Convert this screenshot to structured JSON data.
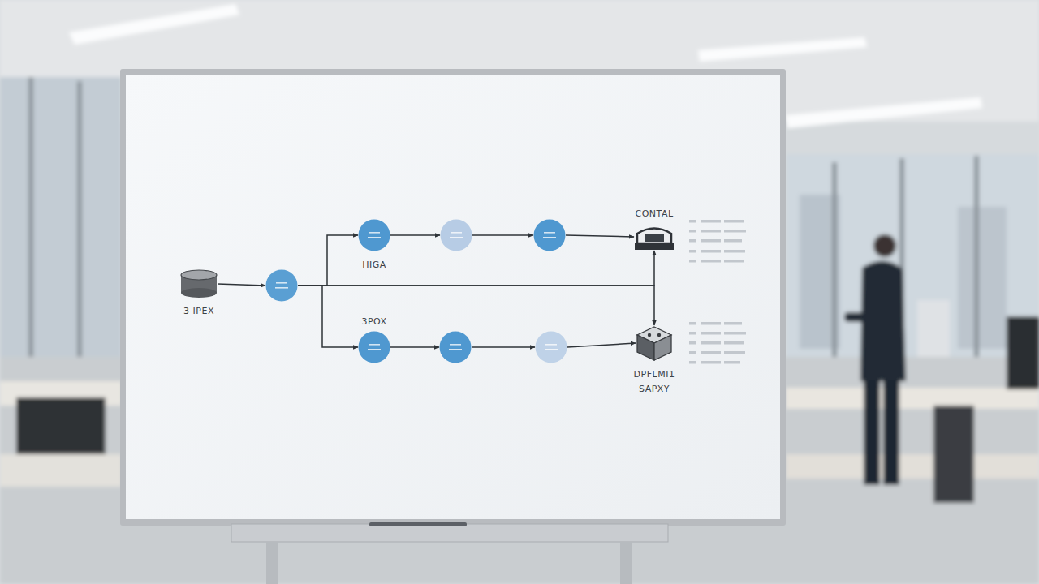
{
  "diagram": {
    "nodes": [
      {
        "text": [
          "3 IPEX"
        ]
      },
      {
        "text": []
      },
      {
        "text": [
          "HIGA"
        ]
      },
      {
        "text": []
      },
      {
        "text": []
      },
      {
        "text": [
          "CONTAL"
        ]
      },
      {
        "text": [
          "3POX"
        ]
      },
      {
        "text": []
      },
      {
        "text": []
      },
      {
        "text": [
          "DPFLMI1",
          "SAPXY"
        ]
      }
    ],
    "edges": [
      {
        "from": 0,
        "to": 1,
        "arrow": "to"
      },
      {
        "from": 1,
        "to": 2,
        "arrow": "to"
      },
      {
        "from": 2,
        "to": 3,
        "arrow": "to"
      },
      {
        "from": 3,
        "to": 4,
        "arrow": "to"
      },
      {
        "from": 4,
        "to": 5,
        "arrow": "to"
      },
      {
        "from": 1,
        "to": 6,
        "arrow": "to"
      },
      {
        "from": 6,
        "to": 7,
        "arrow": "to"
      },
      {
        "from": 7,
        "to": 8,
        "arrow": "to"
      },
      {
        "from": 8,
        "to": 9,
        "arrow": "to"
      },
      {
        "from": 1,
        "to": 5,
        "arrow": "to"
      },
      {
        "from": 1,
        "to": 9,
        "arrow": "to"
      }
    ]
  }
}
